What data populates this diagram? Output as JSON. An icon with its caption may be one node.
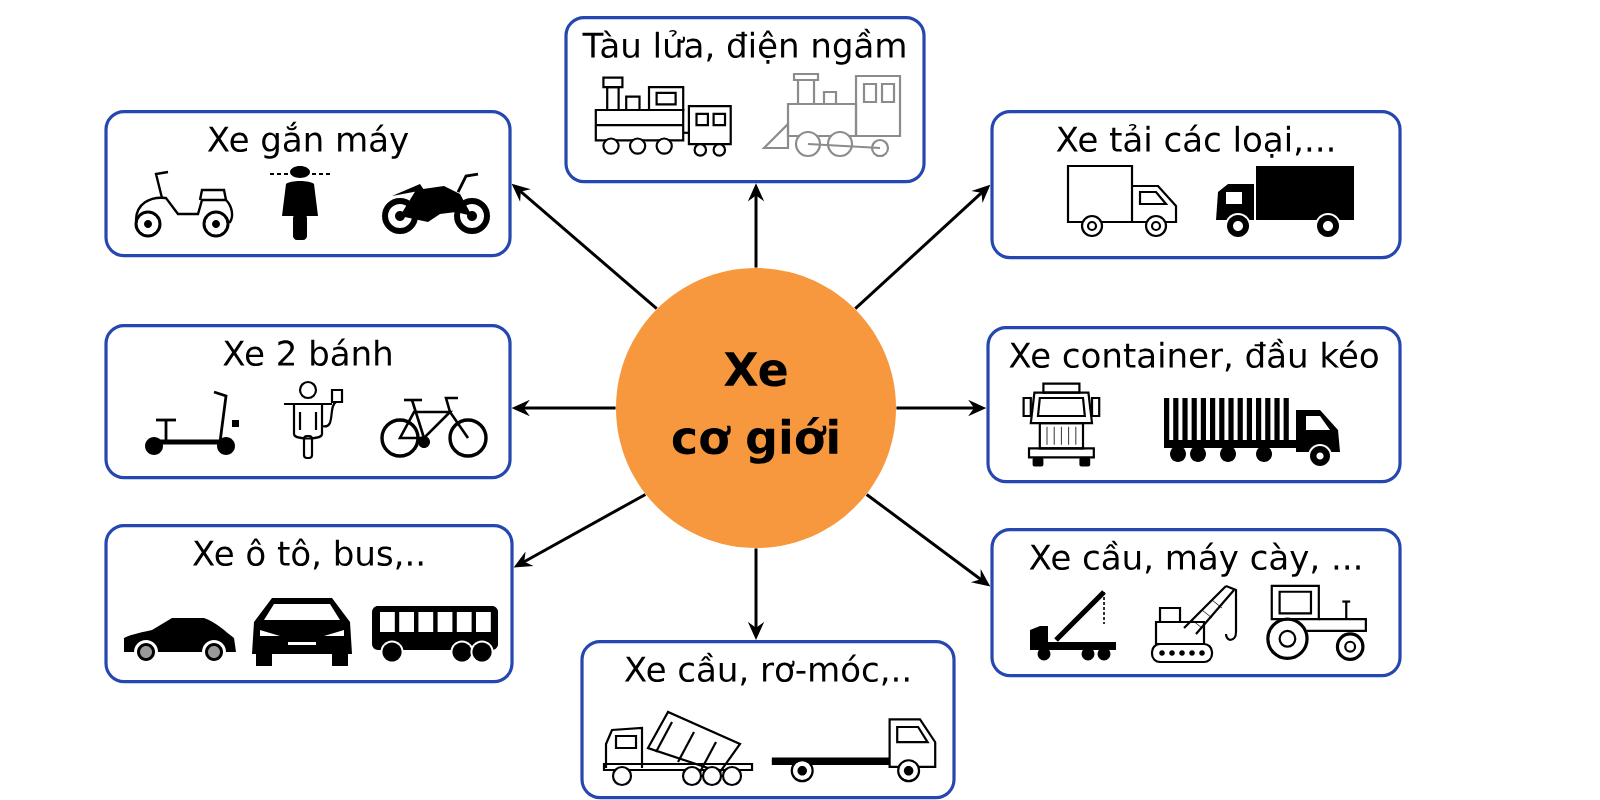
{
  "diagram": {
    "nodes": [
      {
        "text": [
          "Tàu lửa, điện ngầm"
        ]
      },
      {
        "text": [
          "Xe gắn máy"
        ]
      },
      {
        "text": [
          "Xe tải các loại,..."
        ]
      },
      {
        "text": [
          "Xe cơ giới"
        ]
      },
      {
        "text": [
          "Xe 2 bánh"
        ]
      },
      {
        "text": [
          "Xe container, đầu kéo"
        ]
      },
      {
        "text": [
          "Xe ô tô, bus,.."
        ]
      },
      {
        "text": [
          "Xe cầu, máy cày, ..."
        ]
      },
      {
        "text": [
          "Xe cầu, rơ-móc,.."
        ]
      }
    ],
    "edges": [
      {
        "from": 3,
        "to": 0,
        "arrow": "to"
      },
      {
        "from": 3,
        "to": 1,
        "arrow": "to"
      },
      {
        "from": 3,
        "to": 2,
        "arrow": "to"
      },
      {
        "from": 3,
        "to": 4,
        "arrow": "to"
      },
      {
        "from": 3,
        "to": 5,
        "arrow": "to"
      },
      {
        "from": 3,
        "to": 6,
        "arrow": "to"
      },
      {
        "from": 3,
        "to": 7,
        "arrow": "to"
      },
      {
        "from": 3,
        "to": 8,
        "arrow": "to"
      }
    ]
  }
}
